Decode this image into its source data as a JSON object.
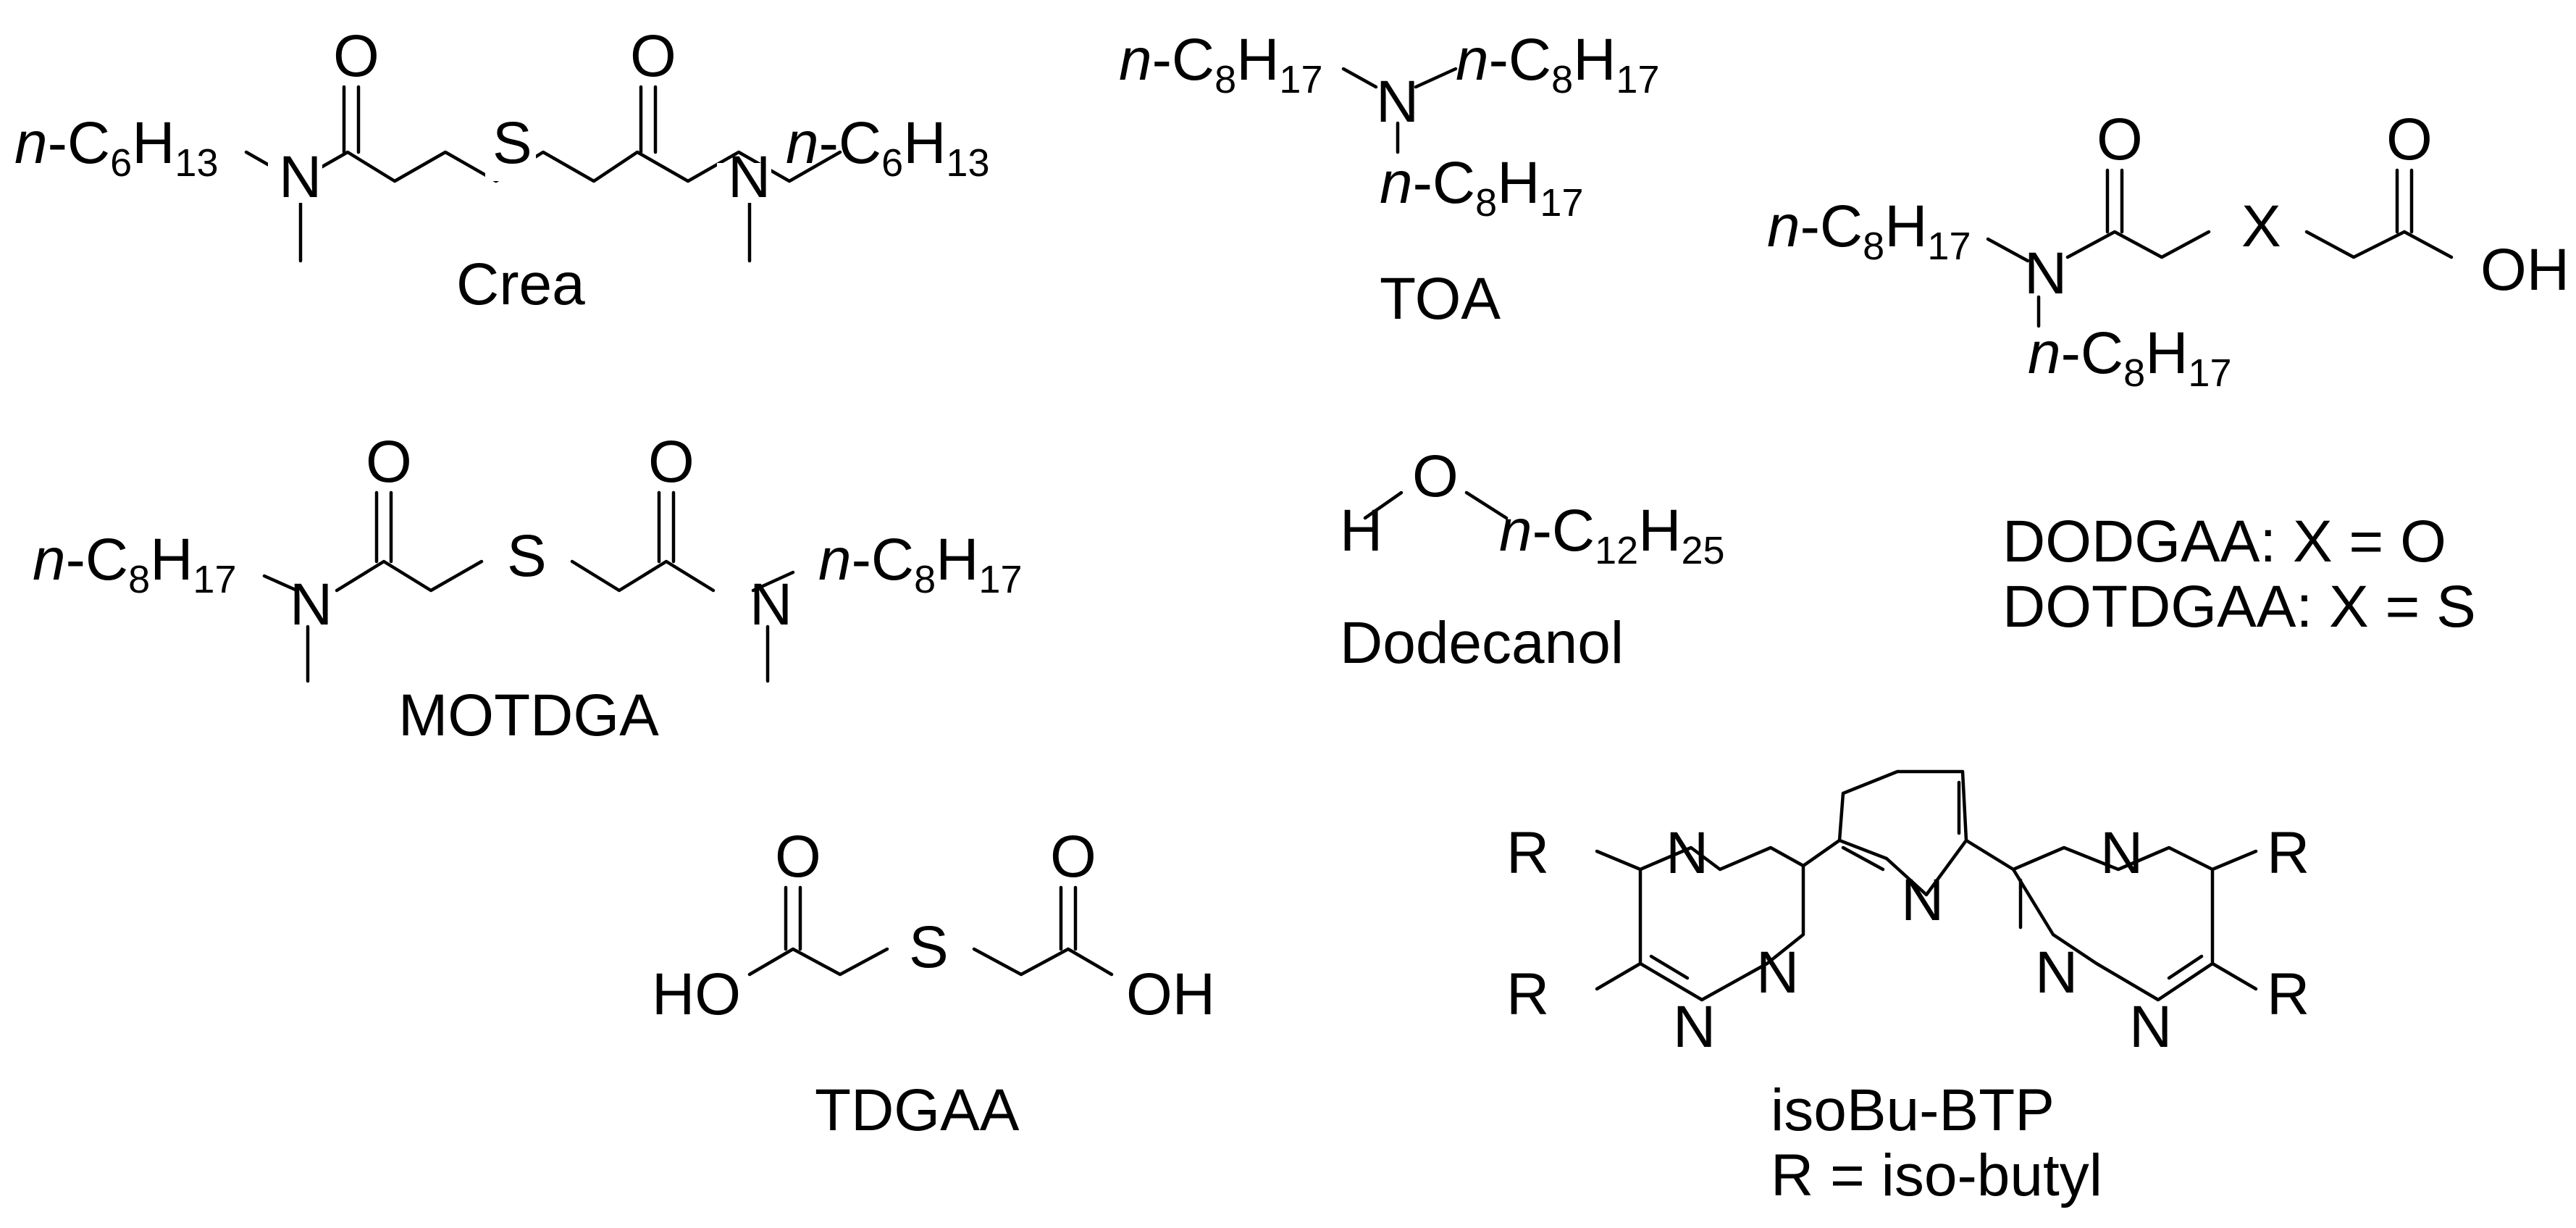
{
  "molecules": [
    {
      "caption": "Crea",
      "left_group": {
        "italic": "n",
        "main": "-C",
        "sub1": "6",
        "mid": "H",
        "sub2": "13"
      },
      "right_group": {
        "italic": "n",
        "main": "-C",
        "sub1": "6",
        "mid": "H",
        "sub2": "13"
      },
      "atoms": {
        "n1": "N",
        "o1": "O",
        "s": "S",
        "o2": "O",
        "n2": "N"
      }
    },
    {
      "caption": "TOA",
      "group_a": {
        "italic": "n",
        "main": "-C",
        "sub1": "8",
        "mid": "H",
        "sub2": "17"
      },
      "group_b": {
        "italic": "n",
        "main": "-C",
        "sub1": "8",
        "mid": "H",
        "sub2": "17"
      },
      "group_c": {
        "italic": "n",
        "main": "-C",
        "sub1": "8",
        "mid": "H",
        "sub2": "17"
      },
      "atoms": {
        "n": "N"
      }
    },
    {
      "caption_line1": "DODGAA: X = O",
      "caption_line2": "DOTDGAA: X = S",
      "group_a": {
        "italic": "n",
        "main": "-C",
        "sub1": "8",
        "mid": "H",
        "sub2": "17"
      },
      "group_b": {
        "italic": "n",
        "main": "-C",
        "sub1": "8",
        "mid": "H",
        "sub2": "17"
      },
      "atoms": {
        "n": "N",
        "o1": "O",
        "x": "X",
        "o2": "O",
        "oh": "OH"
      }
    },
    {
      "caption": "MOTDGA",
      "left_group": {
        "italic": "n",
        "main": "-C",
        "sub1": "8",
        "mid": "H",
        "sub2": "17"
      },
      "right_group": {
        "italic": "n",
        "main": "-C",
        "sub1": "8",
        "mid": "H",
        "sub2": "17"
      },
      "atoms": {
        "n1": "N",
        "o1": "O",
        "s": "S",
        "o2": "O",
        "n2": "N"
      }
    },
    {
      "caption": "Dodecanol",
      "atoms": {
        "h": "H",
        "o": "O"
      },
      "group": {
        "italic": "n",
        "main": "-C",
        "sub1": "12",
        "mid": "H",
        "sub2": "25"
      }
    },
    {
      "caption": "TDGAA",
      "atoms": {
        "ho": "HO",
        "o1": "O",
        "s": "S",
        "o2": "O",
        "oh": "OH"
      }
    },
    {
      "caption_line1": "isoBu-BTP",
      "caption_line2": "R = iso-butyl",
      "atoms": {
        "r1": "R",
        "r2": "R",
        "r3": "R",
        "r4": "R",
        "n1": "N",
        "n2": "N",
        "n3": "N",
        "n_py": "N",
        "n4": "N",
        "n5": "N",
        "n6": "N"
      }
    }
  ]
}
